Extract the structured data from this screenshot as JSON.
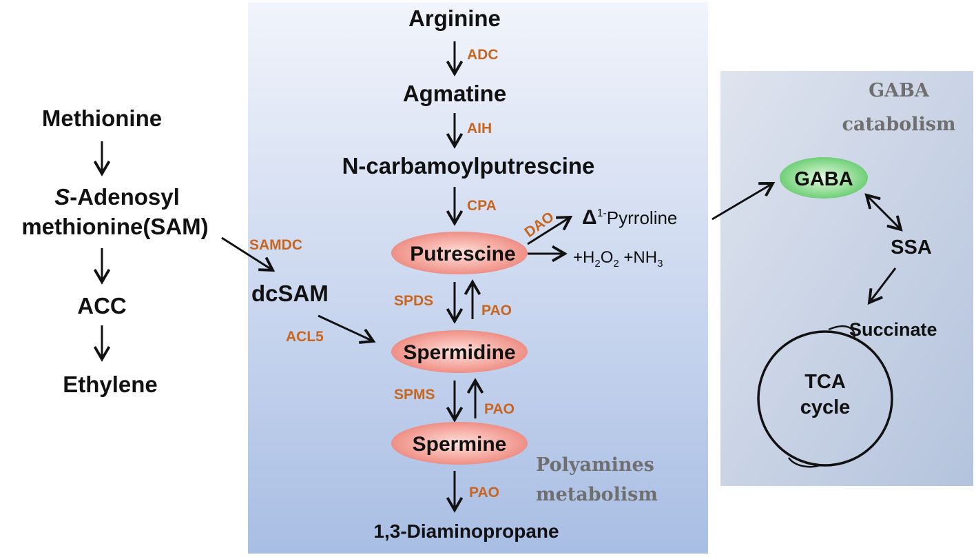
{
  "ethylene": {
    "methionine": "Methionine",
    "sam_prefix": "S",
    "sam_line1": "-Adenosyl",
    "sam_line2": "methionine(SAM)",
    "acc": "ACC",
    "ethylene": "Ethylene"
  },
  "polyamines": {
    "title_line1": "Polyamines",
    "title_line2": "metabolism",
    "arginine": "Arginine",
    "agmatine": "Agmatine",
    "ncp": "N-carbamoylputrescine",
    "putrescine": "Putrescine",
    "spermidine": "Spermidine",
    "spermine": "Spermine",
    "dap": "1,3-Diaminopropane",
    "dcsam": "dcSAM",
    "pyrroline_delta": "Δ",
    "pyrroline_sup": "1-",
    "pyrroline_name": "Pyrroline",
    "byproducts_1": "+H",
    "byproducts_sub1": "2",
    "byproducts_2": "O",
    "byproducts_sub2": "2",
    "byproducts_3": " +NH",
    "byproducts_sub3": "3"
  },
  "enzymes": {
    "adc": "ADC",
    "aih": "AIH",
    "cpa": "CPA",
    "dao": "DAO",
    "samdc": "SAMDC",
    "acl5": "ACL5",
    "spds": "SPDS",
    "pao1": "PAO",
    "spms": "SPMS",
    "pao2": "PAO",
    "pao3": "PAO"
  },
  "gaba": {
    "title_line1": "GABA",
    "title_line2": "catabolism",
    "gaba": "GABA",
    "ssa": "SSA",
    "succinate": "Succinate",
    "tca_line1": "TCA",
    "tca_line2": "cycle"
  },
  "colors": {
    "enzyme_text": "#c8651e",
    "polyamine_node": "#f39a92",
    "gaba_node": "#77d47f",
    "panel_title": "#6f6f6f"
  }
}
